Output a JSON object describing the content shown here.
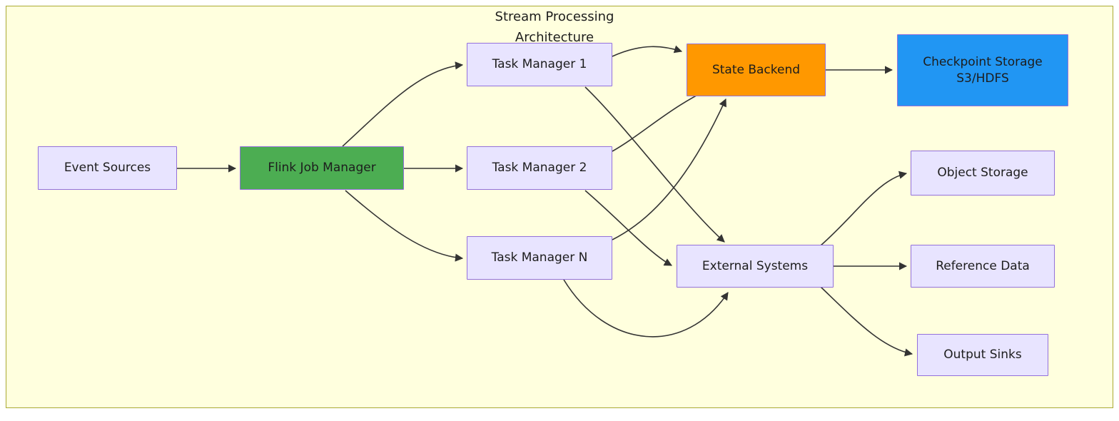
{
  "diagram": {
    "title": "Stream Processing\nArchitecture",
    "canvas": {
      "background_color": "#FFFFDE",
      "border_color": "#AAAA33"
    },
    "colors": {
      "default_fill": "#E8E4FF",
      "default_border": "#9370DB",
      "green_fill": "#4CAD52",
      "orange_fill": "#FF9800",
      "blue_fill": "#2196F3",
      "edge_color": "#333333",
      "text_color": "#1D1D1D"
    },
    "nodes": [
      {
        "id": "event-sources",
        "label": "Event Sources",
        "style": "default"
      },
      {
        "id": "flink-job-manager",
        "label": "Flink Job Manager",
        "style": "green"
      },
      {
        "id": "task-manager-1",
        "label": "Task Manager 1",
        "style": "default"
      },
      {
        "id": "task-manager-2",
        "label": "Task Manager 2",
        "style": "default"
      },
      {
        "id": "task-manager-n",
        "label": "Task Manager N",
        "style": "default"
      },
      {
        "id": "state-backend",
        "label": "State Backend",
        "style": "orange"
      },
      {
        "id": "checkpoint-storage",
        "label": "Checkpoint Storage\nS3/HDFS",
        "style": "blue"
      },
      {
        "id": "external-systems",
        "label": "External Systems",
        "style": "default"
      },
      {
        "id": "object-storage",
        "label": "Object Storage",
        "style": "default"
      },
      {
        "id": "reference-data",
        "label": "Reference Data",
        "style": "default"
      },
      {
        "id": "output-sinks",
        "label": "Output Sinks",
        "style": "default"
      }
    ],
    "edges": [
      {
        "from": "event-sources",
        "to": "flink-job-manager"
      },
      {
        "from": "flink-job-manager",
        "to": "task-manager-1"
      },
      {
        "from": "flink-job-manager",
        "to": "task-manager-2"
      },
      {
        "from": "flink-job-manager",
        "to": "task-manager-n"
      },
      {
        "from": "task-manager-1",
        "to": "state-backend"
      },
      {
        "from": "task-manager-2",
        "to": "state-backend"
      },
      {
        "from": "task-manager-n",
        "to": "state-backend"
      },
      {
        "from": "task-manager-1",
        "to": "external-systems"
      },
      {
        "from": "task-manager-2",
        "to": "external-systems"
      },
      {
        "from": "task-manager-n",
        "to": "external-systems"
      },
      {
        "from": "state-backend",
        "to": "checkpoint-storage"
      },
      {
        "from": "external-systems",
        "to": "object-storage"
      },
      {
        "from": "external-systems",
        "to": "reference-data"
      },
      {
        "from": "external-systems",
        "to": "output-sinks"
      }
    ]
  }
}
